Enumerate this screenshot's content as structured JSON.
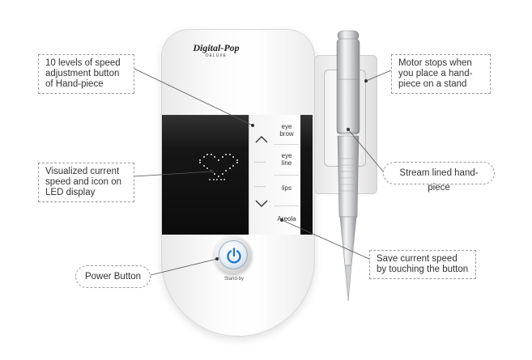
{
  "device": {
    "brand_main": "Digital-Pop",
    "brand_sub": "DELUXE",
    "modes": [
      "eye brow",
      "eye line",
      "lips",
      "Areola"
    ],
    "standby_label": "Stand-by"
  },
  "callouts": {
    "speed_adjust": "10 levels of speed adjustment button of Hand-piece",
    "led_display": "Visualized current speed and icon on LED display",
    "power_button": "Power Button",
    "motor_stops": "Motor stops when you place a hand-piece on a stand",
    "stream_lined": "Stream lined hand-piece",
    "save_speed": "Save current speed by touching the button"
  },
  "icons": {
    "up": "chevron-up-icon",
    "down": "chevron-down-icon",
    "power": "power-icon",
    "heart": "heart-led-icon"
  },
  "colors": {
    "panel": "#111112",
    "power_accent": "#1f78d1",
    "led": "#e8e8e8",
    "callout_border": "#9a9a9a"
  }
}
